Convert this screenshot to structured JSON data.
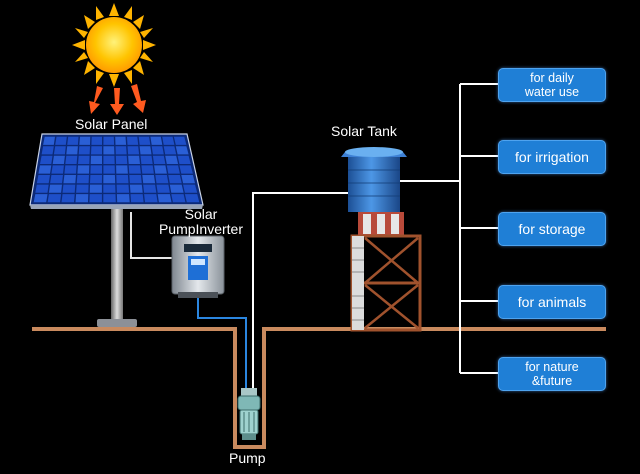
{
  "labels": {
    "solar_panel": "Solar Panel",
    "inverter_line1": "Solar",
    "inverter_line2": "PumpInverter",
    "tank": "Solar Tank",
    "pump": "Pump"
  },
  "uses": [
    {
      "line1": "for daily",
      "line2": "water use"
    },
    {
      "line1": "for irrigation",
      "line2": ""
    },
    {
      "line1": "for storage",
      "line2": ""
    },
    {
      "line1": "for animals",
      "line2": ""
    },
    {
      "line1": "for nature",
      "line2": "&future"
    }
  ],
  "colors": {
    "background": "#000000",
    "ground": "#c98a5e",
    "button": "#1f7fd6",
    "pipe": "#ffffff",
    "water_pipe": "#2b86e0",
    "sun": "#ffb400",
    "ray_arrows": "#ff5a1f",
    "panel_cell": "#1e4fc9",
    "tank": "#2b73c9",
    "tower_frame": "#a0522d"
  },
  "icons": [
    "sun-icon",
    "solar-panel-icon",
    "pump-inverter-icon",
    "water-tank-icon",
    "submersible-pump-icon"
  ]
}
